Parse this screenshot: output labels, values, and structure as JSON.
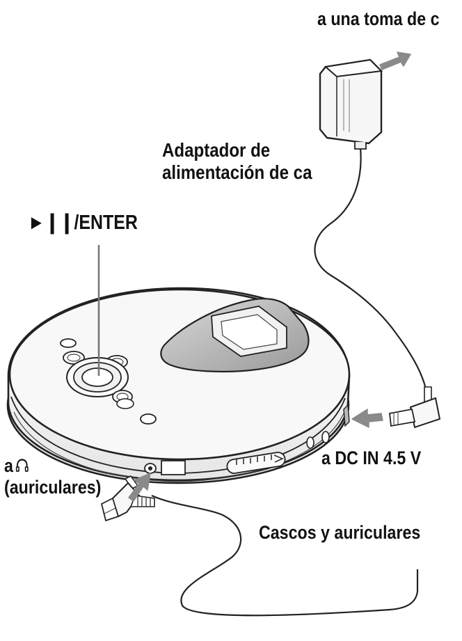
{
  "labels": {
    "outlet": "a una toma de c",
    "adapter_line1": "Adaptador de",
    "adapter_line2": "alimentación de ca",
    "enter": "►❙❙/ENTER",
    "dc_in": "a DC IN 4.5 V",
    "headphones_prefix": "a",
    "headphones_line2": "(auriculares)",
    "headphones_cable": "Cascos y auriculares"
  },
  "icons": {
    "headphones": "headphones-icon",
    "arrow": "filled-arrow-icon"
  },
  "colors": {
    "line": "#222222",
    "arrow_fill": "#8a8a8a",
    "text": "#111111",
    "device_fill": "#f4f4f4"
  }
}
